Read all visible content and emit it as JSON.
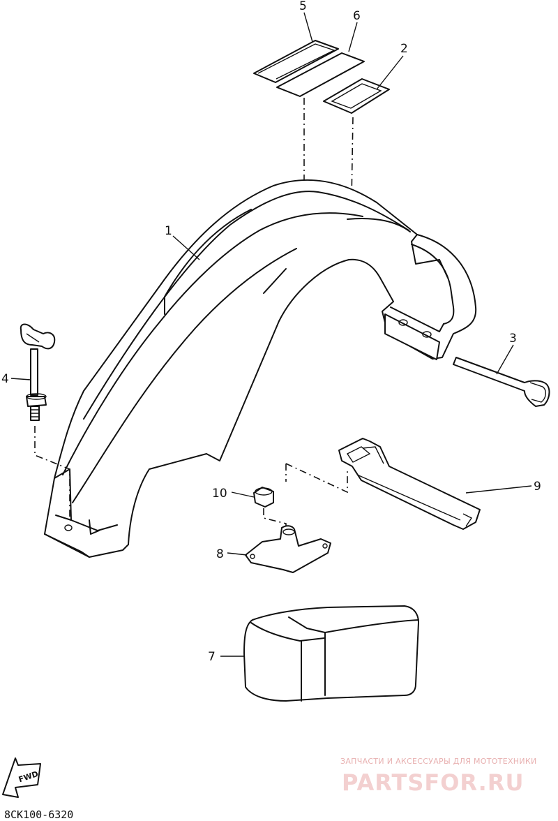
{
  "diagram": {
    "part_numbers": [
      {
        "id": "p1",
        "label": "1"
      },
      {
        "id": "p2",
        "label": "2"
      },
      {
        "id": "p3",
        "label": "3"
      },
      {
        "id": "p4",
        "label": "4"
      },
      {
        "id": "p5",
        "label": "5"
      },
      {
        "id": "p6",
        "label": "6"
      },
      {
        "id": "p7",
        "label": "7"
      },
      {
        "id": "p8",
        "label": "8"
      },
      {
        "id": "p9",
        "label": "9"
      },
      {
        "id": "p10",
        "label": "10"
      }
    ],
    "fwd_label": "FWD",
    "drawing_code": "8CK100-6320"
  },
  "watermark": {
    "tagline": "ЗАПЧАСТИ И АКСЕССУАРЫ ДЛЯ МОТОТЕХНИКИ",
    "brand": "PARTSFOR.RU"
  }
}
